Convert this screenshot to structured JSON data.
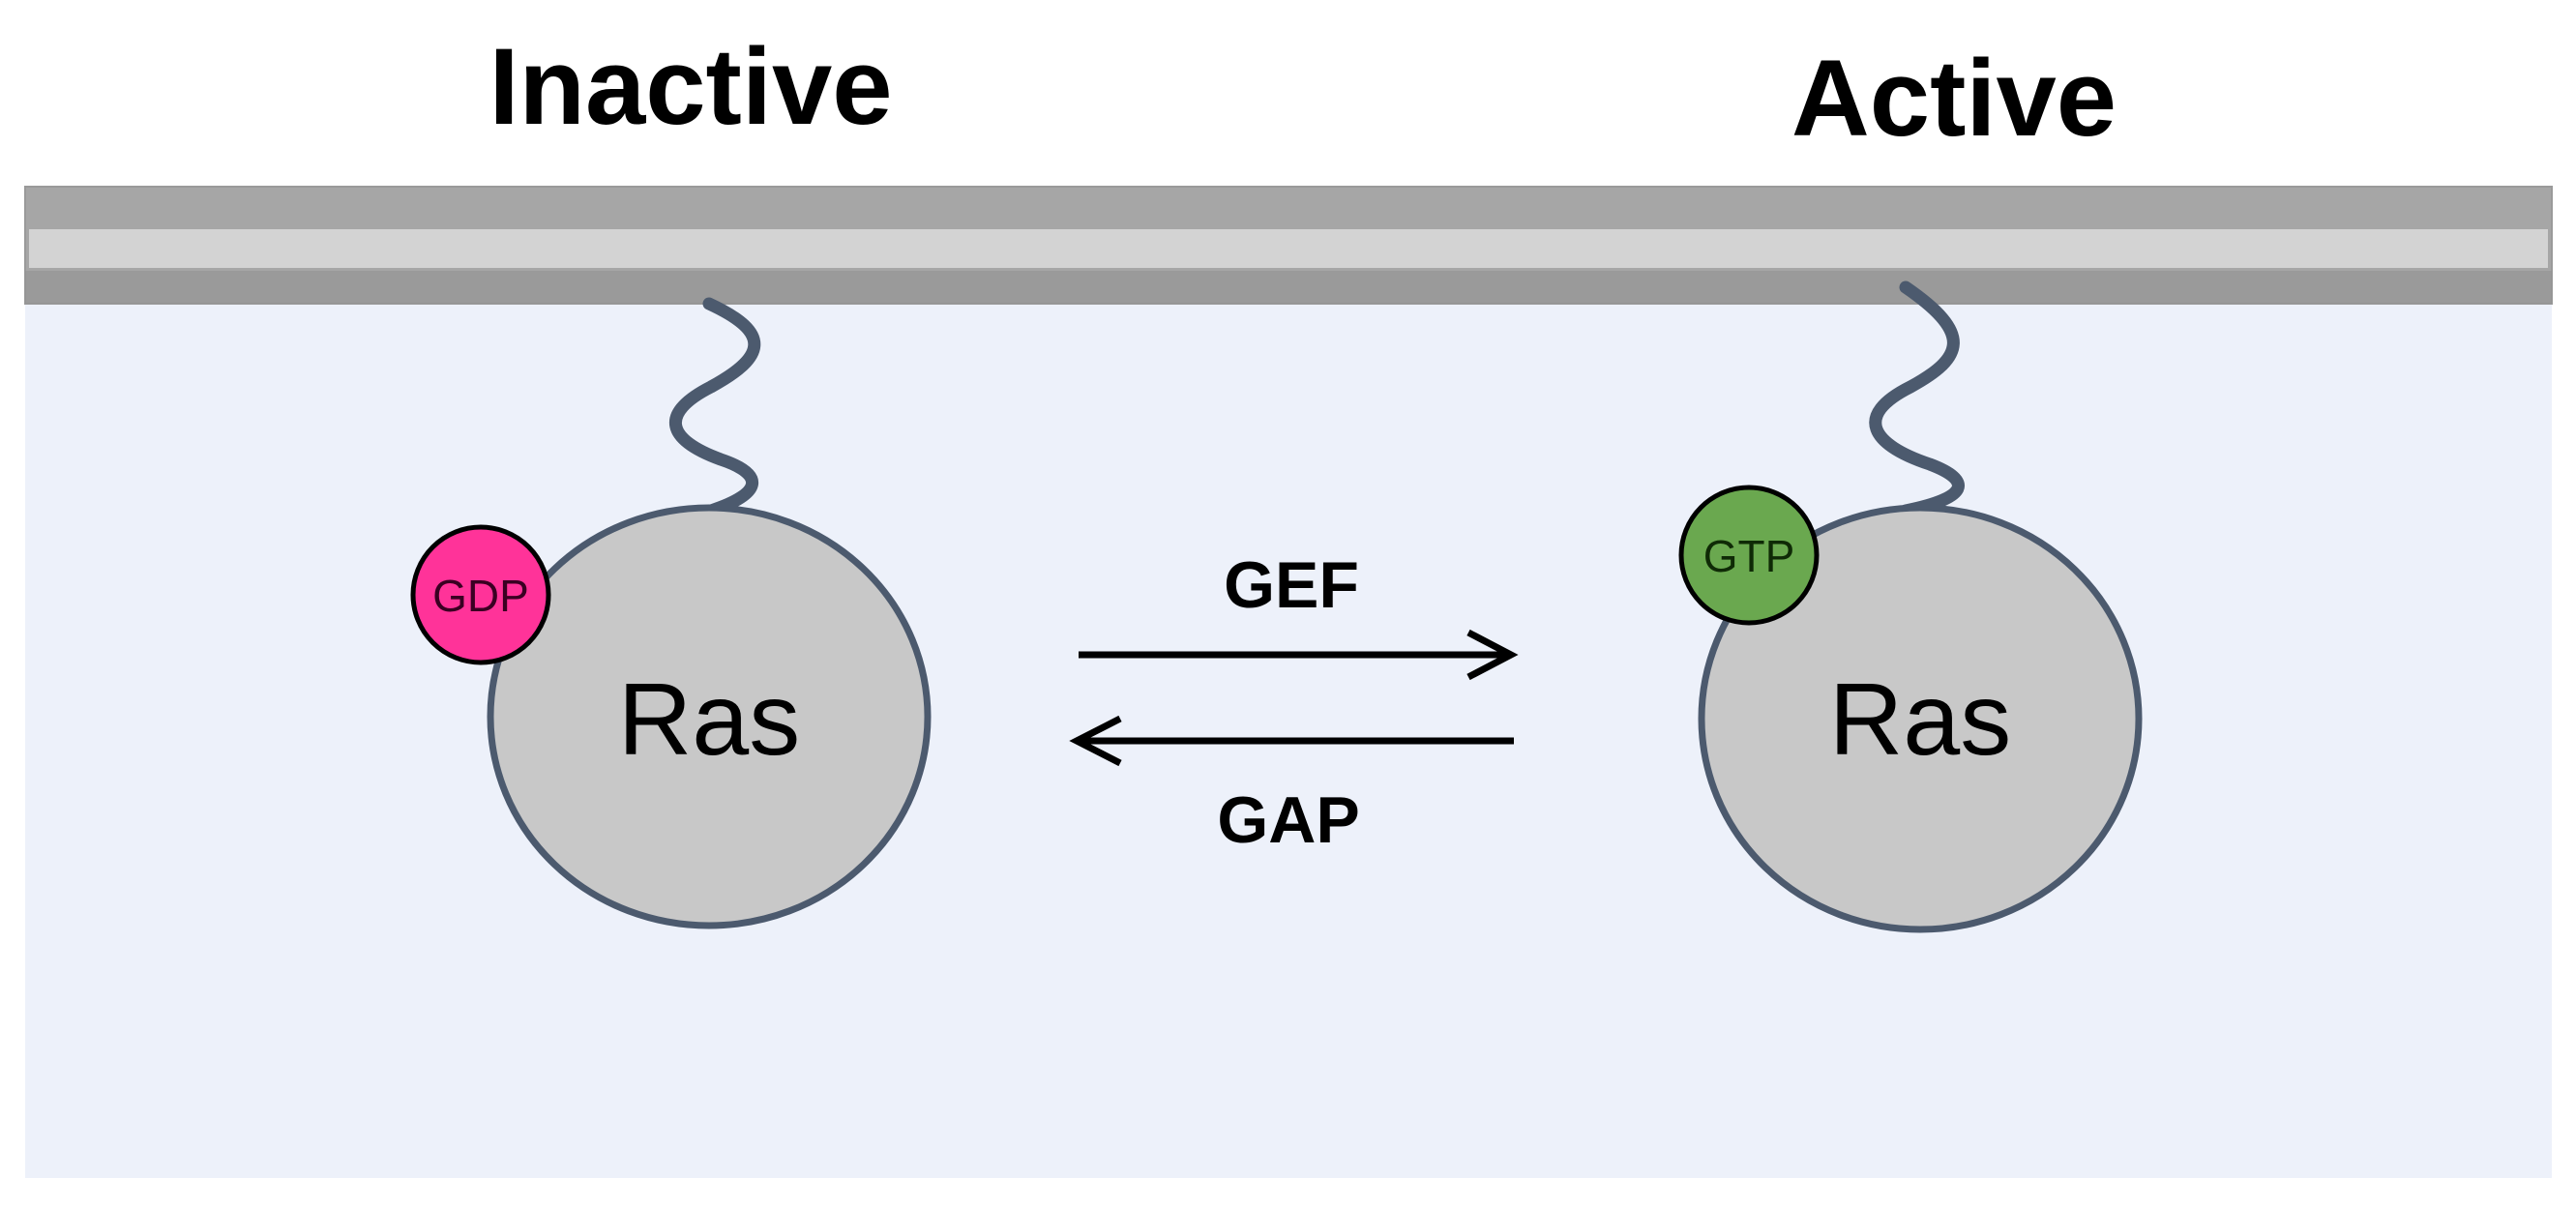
{
  "diagram": {
    "state_titles": {
      "inactive": "Inactive",
      "active": "Active"
    },
    "inactive_ras": {
      "label": "Ras",
      "nucleotide": "GDP",
      "nucleotide_color": "#ff3399"
    },
    "active_ras": {
      "label": "Ras",
      "nucleotide": "GTP",
      "nucleotide_color": "#6aa84f"
    },
    "reactions": {
      "forward_label": "GEF",
      "reverse_label": "GAP"
    },
    "colors": {
      "cytoplasm": "#edf1fa",
      "membrane_outer": "#a6a6a6",
      "membrane_inner": "#d0d0d0",
      "protein_fill": "#c8c8c8",
      "outline": "#4c5a6e",
      "arrow": "#000000"
    }
  }
}
